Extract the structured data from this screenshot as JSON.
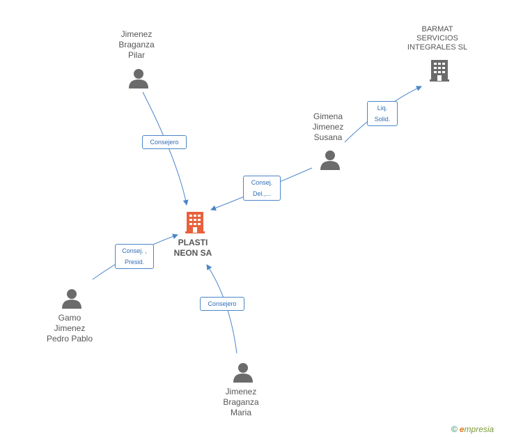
{
  "colors": {
    "edge": "#4a86c8",
    "person_icon": "#6b6b6b",
    "company_icon": "#6b6b6b",
    "main_company_icon": "#e8603c",
    "text": "#555555"
  },
  "main_company": {
    "name_lines": [
      "PLASTI",
      "NEON SA"
    ],
    "icon": "building-icon"
  },
  "nodes": {
    "pilar": {
      "name_lines": [
        "Jimenez",
        "Braganza",
        "Pilar"
      ],
      "icon": "person-icon"
    },
    "barmat": {
      "name_lines": [
        "BARMAT",
        "SERVICIOS",
        "INTEGRALES SL"
      ],
      "icon": "building-icon"
    },
    "gimena": {
      "name_lines": [
        "Gimena",
        "Jimenez",
        "Susana"
      ],
      "icon": "person-icon"
    },
    "gamo": {
      "name_lines": [
        "Gamo",
        "Jimenez",
        "Pedro Pablo"
      ],
      "icon": "person-icon"
    },
    "maria": {
      "name_lines": [
        "Jimenez",
        "Braganza",
        "Maria"
      ],
      "icon": "person-icon"
    }
  },
  "edges": {
    "pilar_plasti": {
      "label_lines": [
        "Consejero"
      ]
    },
    "gimena_barmat": {
      "label_lines": [
        "Liq.",
        "Solid."
      ]
    },
    "gimena_plasti": {
      "label_lines": [
        "Consej.",
        "Del.,..."
      ]
    },
    "gamo_plasti": {
      "label_lines": [
        "Consej. ,",
        "Presid."
      ]
    },
    "maria_plasti": {
      "label_lines": [
        "Consejero"
      ]
    }
  },
  "footer": {
    "copyright": "©",
    "brand_initial": "e",
    "brand_rest": "mpresia"
  }
}
